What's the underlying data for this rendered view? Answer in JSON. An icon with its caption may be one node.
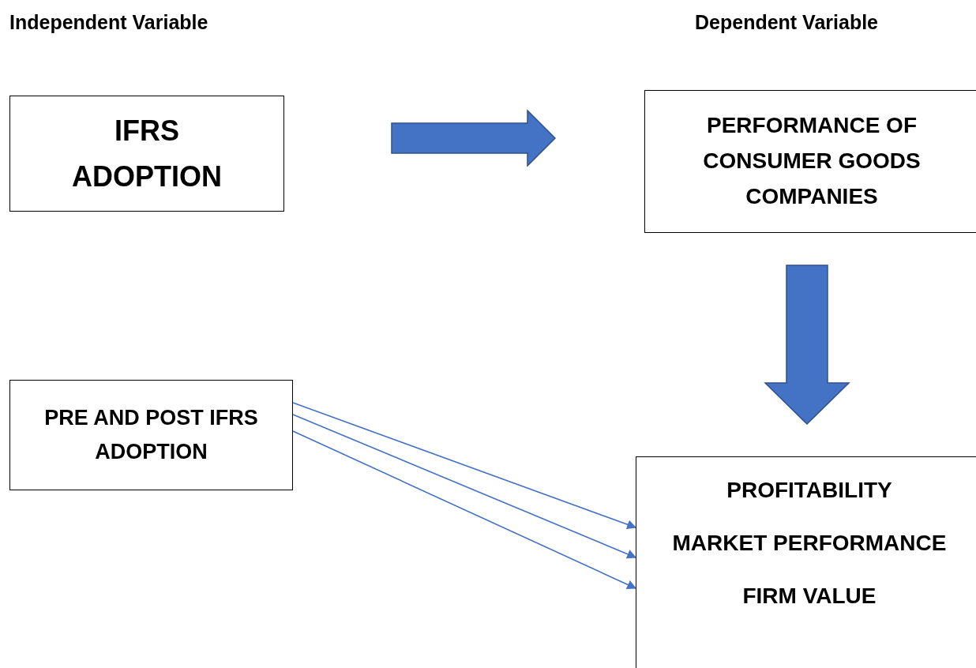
{
  "diagram": {
    "nodes": [
      {
        "text": [
          "IFRS ADOPTION"
        ]
      },
      {
        "text": [
          "PERFORMANCE OF CONSUMER GOODS COMPANIES"
        ]
      },
      {
        "text": [
          "PRE AND POST IFRS ADOPTION"
        ]
      },
      {
        "text": [
          "PROFITABILITY",
          "MARKET PERFORMANCE",
          "FIRM VALUE"
        ]
      }
    ],
    "edges": [
      {
        "from": 0,
        "to": 1,
        "arrow": "to",
        "style": "thick"
      },
      {
        "from": 1,
        "to": 3,
        "arrow": "to",
        "style": "thick"
      },
      {
        "from": 2,
        "to": 3,
        "arrow": "to"
      },
      {
        "from": 2,
        "to": 3,
        "arrow": "to"
      },
      {
        "from": 2,
        "to": 3,
        "arrow": "to"
      }
    ],
    "labels": [
      "Independent Variable",
      "Dependent Variable"
    ]
  }
}
